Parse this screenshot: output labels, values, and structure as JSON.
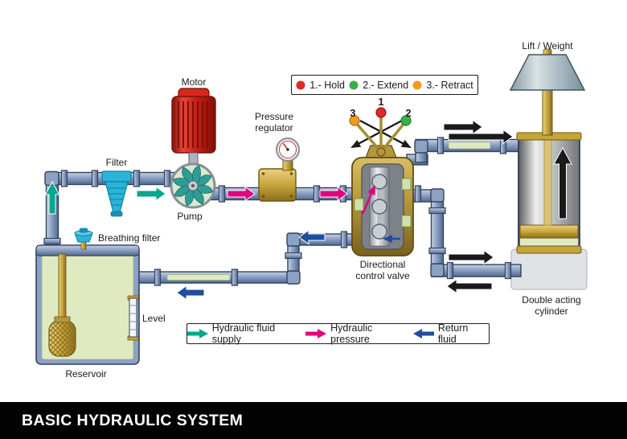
{
  "title_bar": {
    "text": "BASIC HYDRAULIC SYSTEM"
  },
  "labels": {
    "lift_weight": "Lift / Weight",
    "motor": "Motor",
    "pressure_regulator_line1": "Pressure",
    "pressure_regulator_line2": "regulator",
    "filter": "Filter",
    "breathing_filter": "Breathing filter",
    "pump": "Pump",
    "dcv_line1": "Directional",
    "dcv_line2": "control valve",
    "cylinder_line1": "Double acting",
    "cylinder_line2": "cylinder",
    "level": "Level",
    "reservoir": "Reservoir"
  },
  "valve_positions": {
    "pos1": "1",
    "pos2": "2",
    "pos3": "3"
  },
  "legend_positions": {
    "items": [
      {
        "label": "1.- Hold",
        "color": "#e02a2a"
      },
      {
        "label": "2.- Extend",
        "color": "#3fae49"
      },
      {
        "label": "3.- Retract",
        "color": "#f59a1e"
      }
    ]
  },
  "legend_flow": {
    "items": [
      {
        "label": "Hydraulic fluid supply",
        "color": "#00a88c",
        "direction": "right"
      },
      {
        "label": "Hydraulic pressure",
        "color": "#e0007f",
        "direction": "right"
      },
      {
        "label": "Return fluid",
        "color": "#1d4f9e",
        "direction": "left"
      }
    ]
  },
  "colors": {
    "supply": "#00a88c",
    "pressure": "#e0007f",
    "return_fluid": "#1d4f9e",
    "flow_black": "#1a1a1a",
    "pipe": "#8ca1c4",
    "fluid": "#e0eac0",
    "brass": "#c7a53b",
    "motor_red": "#d5281c",
    "filter_cyan": "#2ab5d8"
  }
}
